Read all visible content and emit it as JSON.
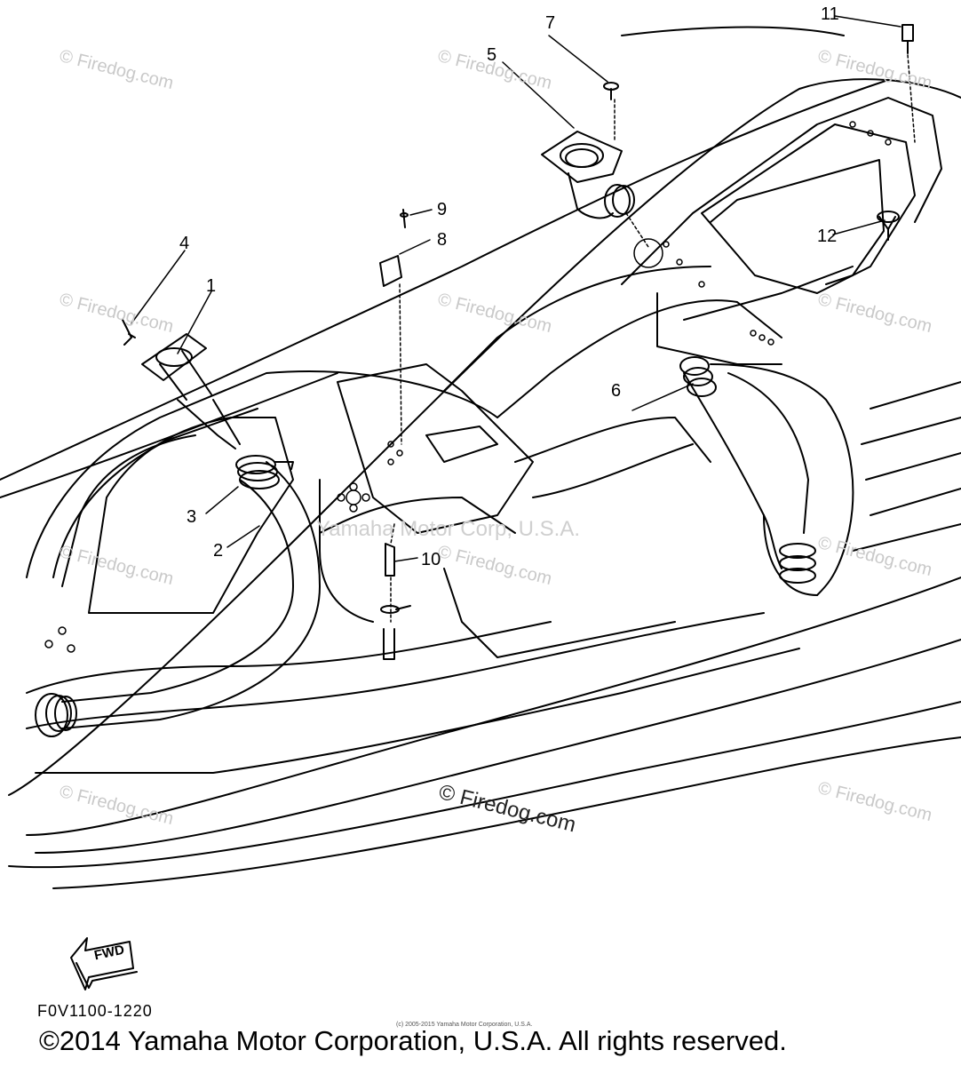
{
  "diagram": {
    "parts": [
      {
        "num": "1"
      },
      {
        "num": "2"
      },
      {
        "num": "3"
      },
      {
        "num": "4"
      },
      {
        "num": "5"
      },
      {
        "num": "6"
      },
      {
        "num": "7"
      },
      {
        "num": "8"
      },
      {
        "num": "9"
      },
      {
        "num": "10"
      },
      {
        "num": "11"
      },
      {
        "num": "12"
      }
    ],
    "direction_label": "FWD",
    "diagram_code": "F0V1100-1220",
    "center_watermark": "Yamaha Motor Corp, U.S.A.",
    "small_copyright": "(c) 2005-2015 Yamaha Motor Corporation, U.S.A.",
    "footer_copyright": "©2014 Yamaha Motor Corporation, U.S.A. All rights reserved.",
    "watermark": "© Firedog.com"
  }
}
